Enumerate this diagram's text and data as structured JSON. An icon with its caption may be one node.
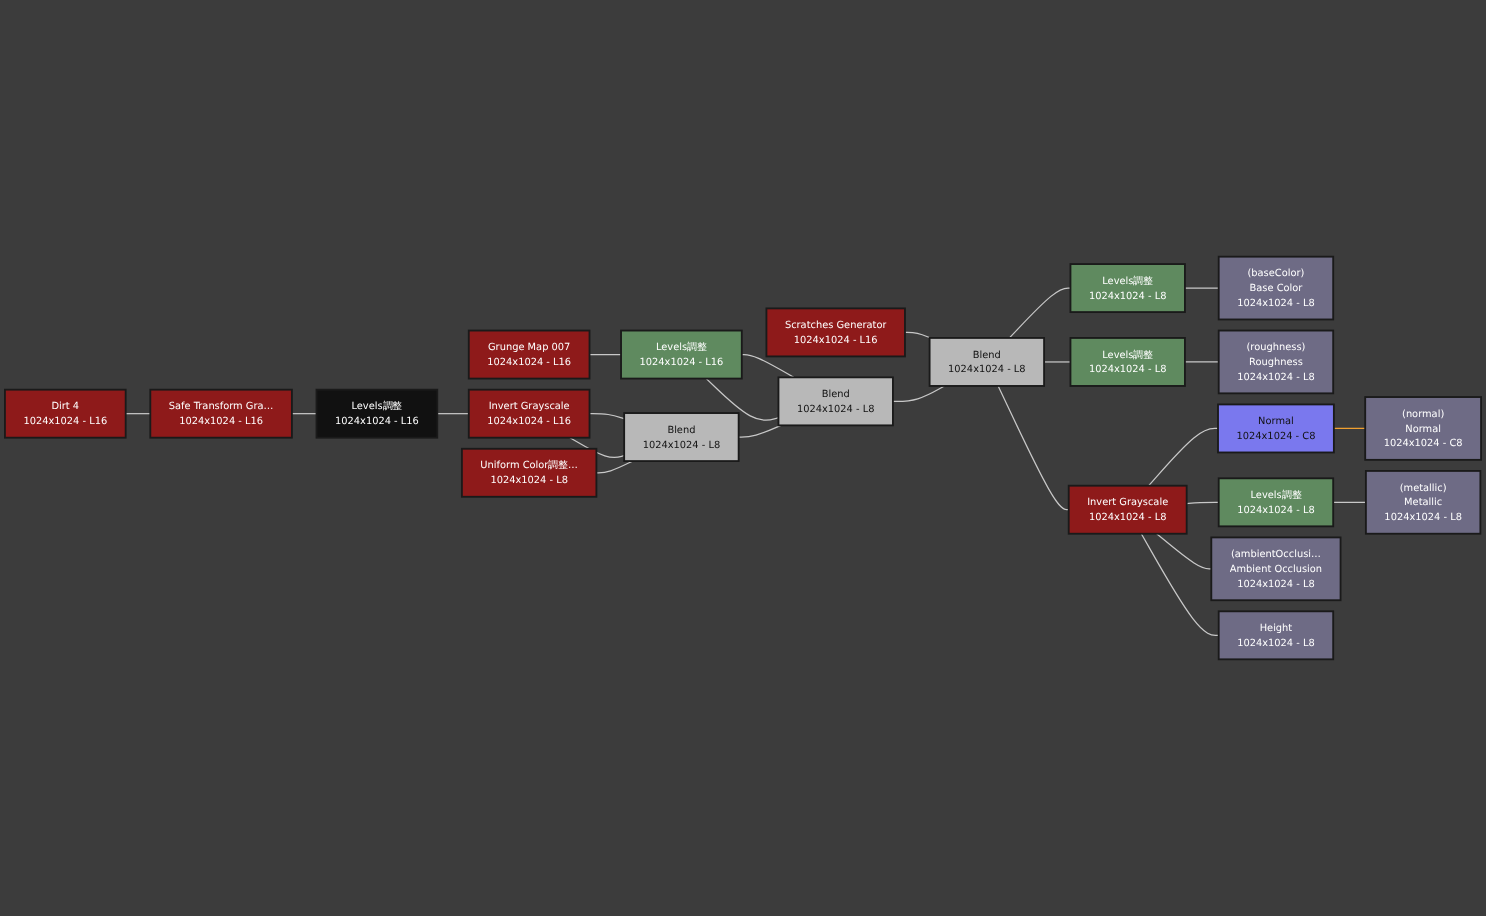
{
  "diagram": {
    "nodes": [
      {
        "text": [
          "Scratches Generator",
          "1024x1024 - L16"
        ]
      },
      {
        "text": [
          "Grunge Map 007",
          "1024x1024 - L16"
        ]
      },
      {
        "text": [
          "Levels調整",
          "1024x1024 - L16"
        ]
      },
      {
        "text": [
          "Dirt 4",
          "1024x1024 - L16"
        ]
      },
      {
        "text": [
          "Safe Transform Gra…",
          "1024x1024 - L16"
        ]
      },
      {
        "text": [
          "Levels調整",
          "1024x1024 - L16"
        ]
      },
      {
        "text": [
          "Invert Grayscale",
          "1024x1024 - L16"
        ]
      },
      {
        "text": [
          "Blend",
          "1024x1024 - L8"
        ]
      },
      {
        "text": [
          "Uniform Color調整…",
          "1024x1024 - L8"
        ]
      },
      {
        "text": [
          "Blend",
          "1024x1024 - L8"
        ]
      },
      {
        "text": [
          "Blend",
          "1024x1024 - L8"
        ]
      },
      {
        "text": [
          "Levels調整",
          "1024x1024 - L8"
        ]
      },
      {
        "text": [
          "(baseColor)",
          "Base Color",
          "1024x1024 - L8"
        ]
      },
      {
        "text": [
          "Levels調整",
          "1024x1024 - L8"
        ]
      },
      {
        "text": [
          "(roughness)",
          "Roughness",
          "1024x1024 - L8"
        ]
      },
      {
        "text": [
          "Normal",
          "1024x1024 - C8"
        ]
      },
      {
        "text": [
          "(normal)",
          "Normal",
          "1024x1024 - C8"
        ]
      },
      {
        "text": [
          "Invert Grayscale",
          "1024x1024 - L8"
        ]
      },
      {
        "text": [
          "Levels調整",
          "1024x1024 - L8"
        ]
      },
      {
        "text": [
          "(metallic)",
          "Metallic",
          "1024x1024 - L8"
        ]
      },
      {
        "text": [
          "(ambientOcclusi…",
          "Ambient Occlusion",
          "1024x1024 - L8"
        ]
      },
      {
        "text": [
          "Height",
          "1024x1024 - L8"
        ]
      }
    ],
    "edges": [
      {
        "from": 3,
        "to": 4,
        "arrow": "none"
      },
      {
        "from": 4,
        "to": 5,
        "arrow": "none"
      },
      {
        "from": 5,
        "to": 6,
        "arrow": "none"
      },
      {
        "from": 6,
        "to": 7,
        "arrow": "none"
      },
      {
        "from": 8,
        "to": 7,
        "arrow": "none"
      },
      {
        "from": 6,
        "to": 7,
        "arrow": "none"
      },
      {
        "from": 1,
        "to": 2,
        "arrow": "none"
      },
      {
        "from": 2,
        "to": 9,
        "arrow": "none"
      },
      {
        "from": 7,
        "to": 9,
        "arrow": "none"
      },
      {
        "from": 2,
        "to": 9,
        "arrow": "none"
      },
      {
        "from": 0,
        "to": 10,
        "arrow": "none"
      },
      {
        "from": 9,
        "to": 10,
        "arrow": "none"
      },
      {
        "from": 10,
        "to": 11,
        "arrow": "none"
      },
      {
        "from": 10,
        "to": 13,
        "arrow": "none"
      },
      {
        "from": 10,
        "to": 17,
        "arrow": "none"
      },
      {
        "from": 11,
        "to": 12,
        "arrow": "none"
      },
      {
        "from": 13,
        "to": 14,
        "arrow": "none"
      },
      {
        "from": 17,
        "to": 15,
        "arrow": "none"
      },
      {
        "from": 15,
        "to": 16,
        "arrow": "none",
        "color": "#f0a030"
      },
      {
        "from": 17,
        "to": 18,
        "arrow": "none"
      },
      {
        "from": 18,
        "to": 19,
        "arrow": "none"
      },
      {
        "from": 17,
        "to": 20,
        "arrow": "none"
      },
      {
        "from": 17,
        "to": 21,
        "arrow": "none"
      }
    ]
  }
}
